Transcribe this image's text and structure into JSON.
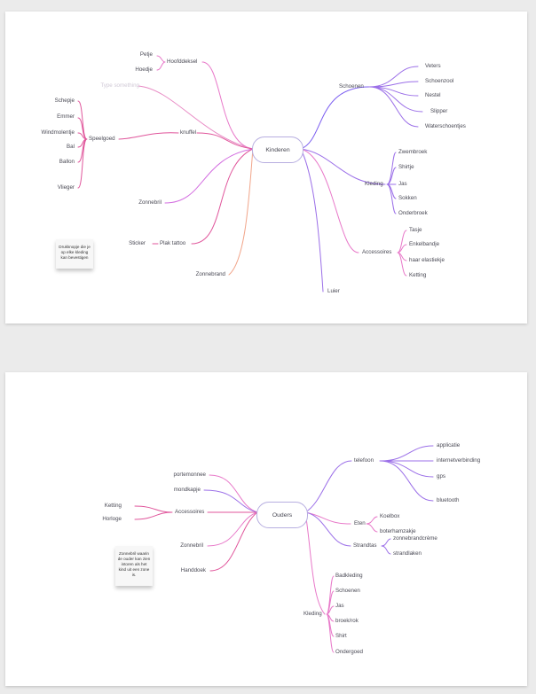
{
  "boards": [
    {
      "central": "Kinderen",
      "sticky": "Drukknopje die je op elke kleding kan bevestigen",
      "branches": [
        {
          "label": "Hoofddeksel",
          "children": [
            "Petje",
            "Hoedje"
          ]
        },
        {
          "label": "Type something"
        },
        {
          "label": "knuffel",
          "children": [
            {
              "label": "Speelgoed",
              "children": [
                "Schepje",
                "Emmer",
                "Windmolentje",
                "Bal",
                "Ballon",
                "Vlieger"
              ]
            }
          ]
        },
        {
          "label": "Zonnebril"
        },
        {
          "label": "Plak tattoo",
          "children": [
            "Sticker"
          ]
        },
        {
          "label": "Zonnebrand"
        },
        {
          "label": "Schoenen",
          "children": [
            "Veters",
            "Schoenzool",
            "Nestel",
            "Slipper",
            "Waterschoentjes"
          ]
        },
        {
          "label": "Kleding",
          "children": [
            "Zwembroek",
            "Shirtje",
            "Jas",
            "Sokken",
            "Onderbroek"
          ]
        },
        {
          "label": "Accessoires",
          "children": [
            "Tasje",
            "Enkelbandje",
            "haar elastiekje",
            "Ketting"
          ]
        },
        {
          "label": "Luier"
        }
      ]
    },
    {
      "central": "Ouders",
      "sticky": "Zonnebril waarin de ouder kan zien intoren als het kind uit een zone is.",
      "branches": [
        {
          "label": "portemonnee"
        },
        {
          "label": "mondkapje"
        },
        {
          "label": "Accessoires",
          "children": [
            "Ketting",
            "Horloge"
          ]
        },
        {
          "label": "Zonnebril"
        },
        {
          "label": "Handdoek"
        },
        {
          "label": "telefoon",
          "children": [
            "applicatie",
            "internetverbinding",
            "gps",
            "bluetooth"
          ]
        },
        {
          "label": "Eten",
          "children": [
            "Koelbox",
            "boterhamzakje"
          ]
        },
        {
          "label": "Strandtas",
          "children": [
            "zonnebrandcrème",
            "strandlaken"
          ]
        },
        {
          "label": "Kleding",
          "children": [
            "Badkleding",
            "Schoenen",
            "Jas",
            "broek/rok",
            "Shirt",
            "Ondergoed"
          ]
        }
      ]
    }
  ],
  "colors": {
    "pink": "#e879c9",
    "magenta": "#e0559b",
    "purple": "#9b6fe8",
    "violet": "#7a5cf0",
    "salmon": "#f1a58a",
    "background": "#ebebeb",
    "board": "#ffffff"
  }
}
